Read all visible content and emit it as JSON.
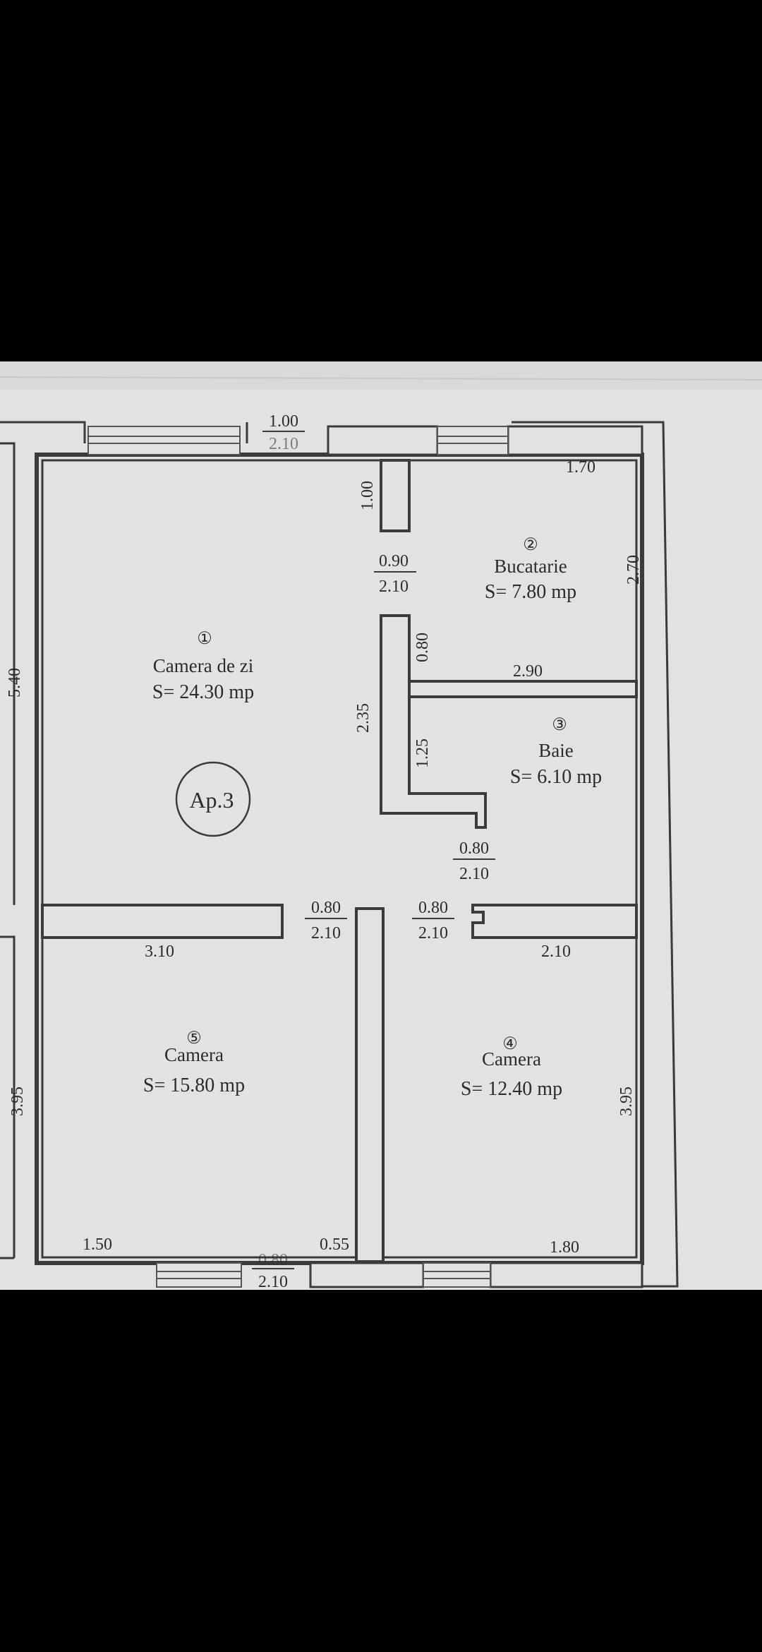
{
  "plan": {
    "apartment": "Ap.3",
    "rooms": [
      {
        "num": "①",
        "name": "Camera de zi",
        "area": "S= 24.30 mp"
      },
      {
        "num": "②",
        "name": "Bucatarie",
        "area": "S= 7.80 mp"
      },
      {
        "num": "③",
        "name": "Baie",
        "area": "S= 6.10 mp"
      },
      {
        "num": "④",
        "name": "Camera",
        "area": "S= 12.40 mp"
      },
      {
        "num": "⑤",
        "name": "Camera",
        "area": "S= 15.80 mp"
      }
    ],
    "dims": {
      "top_window": "1.00",
      "top_window_h": "2.10",
      "kitchen_width": "1.70",
      "wall_stub": "1.00",
      "kitchen_door_w": "0.90",
      "kitchen_door_h": "2.10",
      "kitchen_depth": "2.70",
      "living_depth": "5.40",
      "partition_080": "0.80",
      "partition_235": "2.35",
      "bath_width": "2.90",
      "bath_125": "1.25",
      "bath_door_w": "0.80",
      "bath_door_h": "2.10",
      "door5_w": "0.80",
      "door5_h": "2.10",
      "door4_w": "0.80",
      "door4_h": "2.10",
      "wall_310": "3.10",
      "wall_210": "2.10",
      "room5_depth": "3.95",
      "room4_depth": "3.95",
      "bottom_150": "1.50",
      "bottom_055": "0.55",
      "bottom_180": "1.80",
      "bottom_door_w": "0.80",
      "bottom_door_h": "2.10"
    }
  }
}
